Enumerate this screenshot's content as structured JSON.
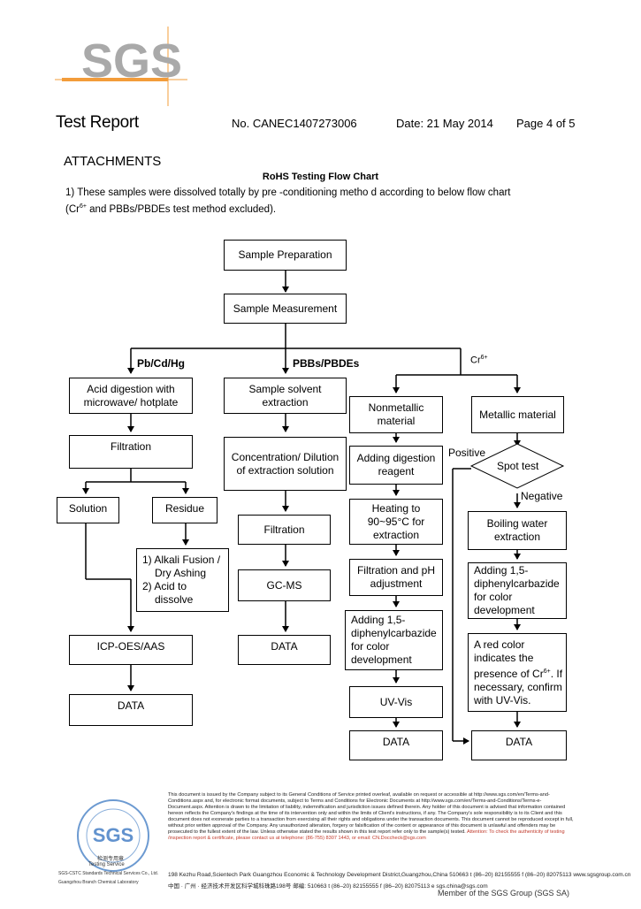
{
  "header": {
    "logo_text": "SGS",
    "title": "Test Report",
    "report_no": "No. CANEC1407273006",
    "date": "Date: 21 May 2014",
    "page": "Page 4 of 5"
  },
  "section": {
    "heading": "ATTACHMENTS",
    "chart_title": "RoHS Testing Flow Chart",
    "intro_line1": "1) These samples were dissolved totally by pre -conditioning metho d according to below flow chart",
    "intro_line2_a": "(Cr",
    "intro_line2_sup": "6+",
    "intro_line2_b": " and PBBs/PBDEs  test method excluded)."
  },
  "flow": {
    "sample_prep": "Sample Preparation",
    "sample_meas": "Sample Measurement",
    "branch_pb": "Pb/Cd/Hg",
    "branch_pbb": "PBBs/PBDEs",
    "branch_cr": "Cr",
    "branch_cr_sup": "6+",
    "pb": {
      "acid": "Acid digestion with microwave/ hotplate",
      "filtration": "Filtration",
      "solution": "Solution",
      "residue": "Residue",
      "alkali1": "1) Alkali Fusion /",
      "alkali2": "Dry Ashing",
      "alkali3": "2) Acid to",
      "alkali4": "dissolve",
      "icp": "ICP-OES/AAS",
      "data": "DATA"
    },
    "pbb": {
      "solvent": "Sample solvent extraction",
      "conc": "Concentration/ Dilution of extraction solution",
      "filtration": "Filtration",
      "gcms": "GC-MS",
      "data": "DATA"
    },
    "nonmetal": {
      "title": "Nonmetallic material",
      "digest": "Adding digestion reagent",
      "heat": "Heating to 90~95°C for extraction",
      "filter": "Filtration and pH adjustment",
      "dpc": "Adding 1,5-diphenylcarbazide for color development",
      "uv": "UV-Vis",
      "data": "DATA"
    },
    "metal": {
      "title": "Metallic material",
      "positive": "Positive",
      "spot": "Spot test",
      "negative": "Negative",
      "boil": "Boiling water extraction",
      "dpc": "Adding 1,5-diphenylcarbazide for color development",
      "red_a": "A red color indicates the presence of Cr",
      "red_sup": "6+",
      "red_b": ". If necessary, confirm with UV-Vis.",
      "data": "DATA"
    }
  },
  "footer": {
    "seal_name": "SGS",
    "seal_line1": "检测专用章",
    "seal_line2": "Testing Service",
    "seal_line3": "SGS-CSTC Standards Technical Services Co., Ltd.",
    "seal_line4": "Guangzhou Branch Chemical Laboratory",
    "disclaimer": "This document is issued by the Company subject to its General Conditions of Service printed overleaf, available on request or accessible at http://www.sgs.com/en/Terms-and-Conditions.aspx and, for electronic format documents, subject to Terms and Conditions for Electronic Documents at http://www.sgs.com/en/Terms-and-Conditions/Terms-e-Document.aspx. Attention is drawn to the limitation of liability, indemnification and jurisdiction issues defined therein. Any holder of this document is advised that information contained hereon reflects the Company's findings at the time of its intervention only and within the limits of Client's instructions, if any. The Company's sole responsibility is to its Client and this document does not exonerate parties to a transaction from exercising all their rights and obligations under the transaction documents. This document cannot be reproduced except in full, without prior written approval of the Company. Any unauthorized alteration, forgery or falsification of the content or appearance of this document is unlawful and offenders may be prosecuted to the fullest extent of the law. Unless otherwise stated the results shown in this test report refer only to the sample(s) tested.",
    "attention": "Attention: To check the authenticity of testing /inspection report & certificate, please contact us at telephone: (86-755) 8307 1443, or email: CN.Doccheck@sgs.com",
    "address_en": "198 Kezhu Road,Scientech Park Guangzhou Economic & Technology Development District,Guangzhou,China  510663   t (86–20) 82155555   f (86–20) 82075113   www.sgsgroup.com.cn",
    "address_cn": "中国 · 广州 · 经济技术开发区科学城科珠路198号          邮编: 510663   t (86–20) 82155555   f (86–20) 82075113   e  sgs.china@sgs.com",
    "member": "Member of the SGS Group (SGS SA)"
  },
  "colors": {
    "logo_grey": "#a9a9a9",
    "logo_orange": "#f39c3a",
    "seal_blue": "#3b78c2",
    "attention_red": "#c0392b"
  }
}
